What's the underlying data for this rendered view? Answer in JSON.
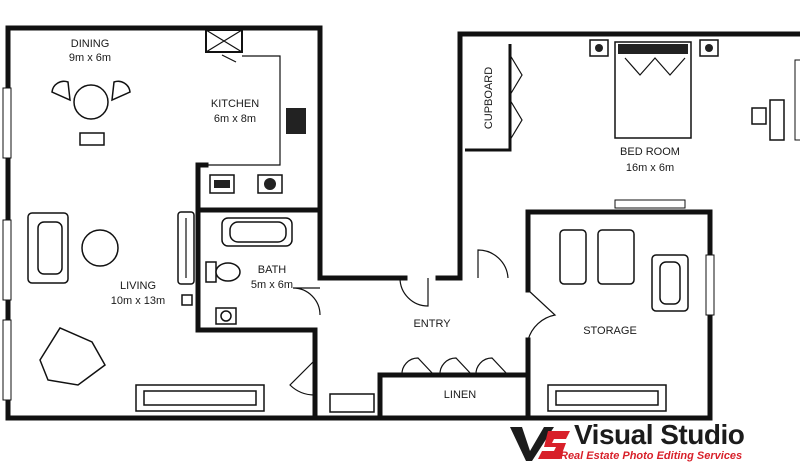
{
  "rooms": {
    "dining": {
      "name": "DINING",
      "size": "9m x 6m"
    },
    "kitchen": {
      "name": "KITCHEN",
      "size": "6m x 8m"
    },
    "living": {
      "name": "LIVING",
      "size": "10m x 13m"
    },
    "bath": {
      "name": "BATH",
      "size": "5m x 6m"
    },
    "bedroom": {
      "name": "BED ROOM",
      "size": "16m x 6m"
    },
    "cupboard": {
      "name": "CUPBOARD"
    },
    "entry": {
      "name": "ENTRY"
    },
    "storage": {
      "name": "STORAGE"
    },
    "linen": {
      "name": "LINEN"
    }
  },
  "brand": {
    "name": "Visual Studio",
    "tagline": "Real Estate Photo Editing Services",
    "colors": {
      "dark": "#1c1c1c",
      "accent": "#d8202a"
    }
  },
  "colors": {
    "wall": "#111111",
    "background": "#ffffff"
  }
}
